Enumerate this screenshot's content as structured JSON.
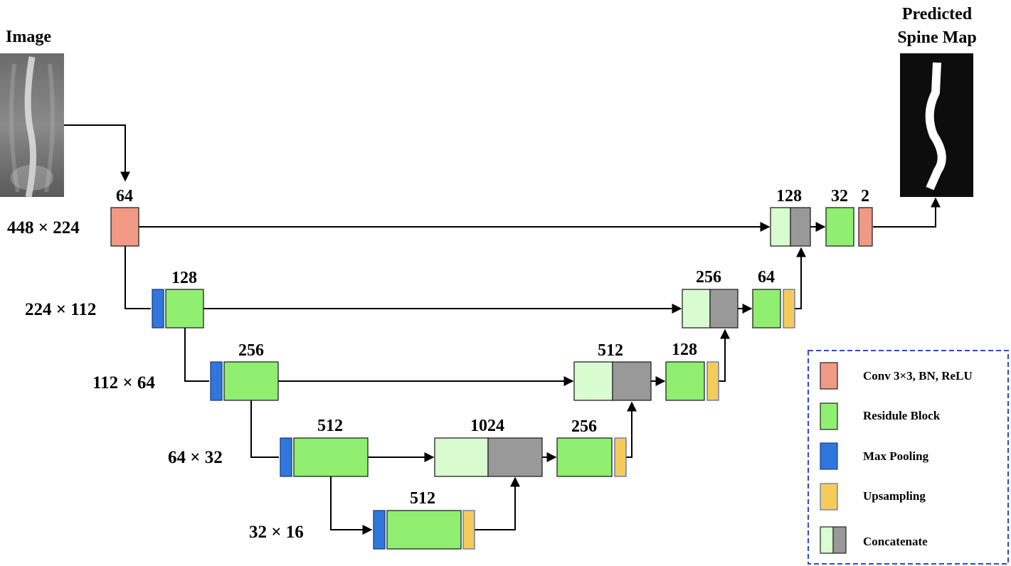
{
  "titles": {
    "input": "Image",
    "output_line1": "Predicted",
    "output_line2": "Spine Map"
  },
  "resolutions": [
    "448 × 224",
    "224 × 112",
    "112 × 64",
    "64 × 32",
    "32 × 16"
  ],
  "channels": {
    "enc0": "64",
    "enc1": "128",
    "enc2": "256",
    "enc3": "512",
    "bottleneck": "512",
    "cat3": "1024",
    "dec3": "256",
    "cat2": "512",
    "dec2": "128",
    "cat1": "256",
    "dec1": "64",
    "cat0": "128",
    "dec0": "32",
    "out": "2"
  },
  "legend": {
    "items": [
      {
        "label": "Conv 3×3, BN, ReLU",
        "color": "#f09a85"
      },
      {
        "label": "Residule Block",
        "color": "#90ee70"
      },
      {
        "label": "Max Pooling",
        "color": "#2f77dd"
      },
      {
        "label": "Upsampling",
        "color": "#f5cc5a"
      },
      {
        "label": "Concatenate",
        "color": "#d8fcd0"
      }
    ],
    "border_color": "#2b4bc9"
  },
  "colors": {
    "conv": "#f09a85",
    "residual": "#90ee70",
    "maxpool": "#2f77dd",
    "upsample": "#f5cc5a",
    "concat_light": "#d8fcd0",
    "concat_dark": "#999999"
  }
}
